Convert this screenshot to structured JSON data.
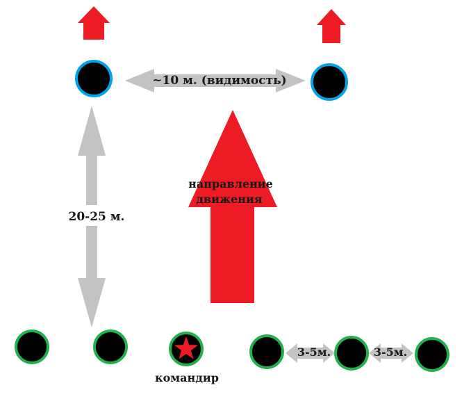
{
  "labels": {
    "visibility": "~10 м. (видимость)",
    "distance_vertical": "20-25 м.",
    "direction_line1": "направление",
    "direction_line2": "движения",
    "commander": "командир",
    "gap_left": "3-5м.",
    "gap_right": "3-5м."
  },
  "colors": {
    "background": "#ffffff",
    "arrow_red": "#ed1c24",
    "arrow_gray": "#c3c3c3",
    "dot_fill": "#000000",
    "scout_ring": "#00a2e8",
    "group_ring": "#22b14c",
    "text": "#1a1a1a"
  },
  "icons": {
    "commander_marker": "star-icon",
    "member_marker": "circle-icon"
  }
}
